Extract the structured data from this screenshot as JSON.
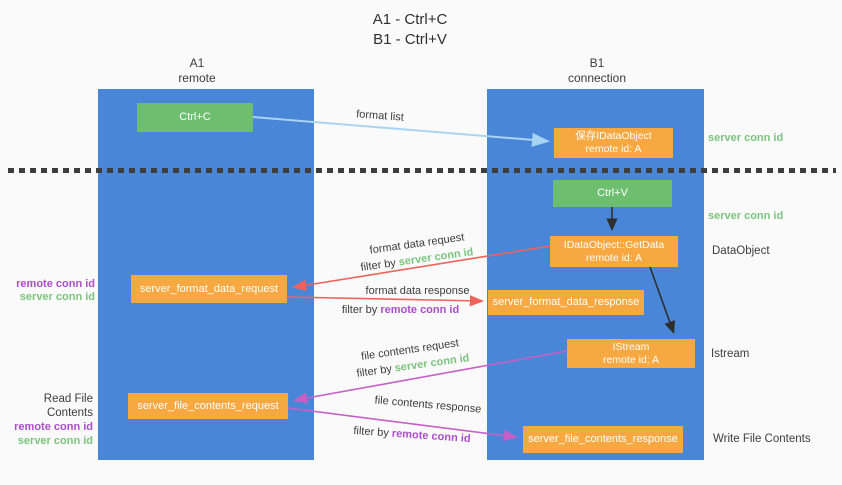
{
  "title": {
    "line1": "A1 - Ctrl+C",
    "line2": "B1 - Ctrl+V"
  },
  "lanes": {
    "a": {
      "name": "A1",
      "sub": "remote"
    },
    "b": {
      "name": "B1",
      "sub": "connection"
    }
  },
  "nodes": {
    "ctrl_c": "Ctrl+C",
    "ctrl_v": "Ctrl+V",
    "save_obj": {
      "line1": "保存IDataObject",
      "line2": "remote id: A"
    },
    "getdata": {
      "line1": "IDataObject::GetData",
      "line2": "remote id: A"
    },
    "istream": {
      "line1": "IStream",
      "line2": "remote id: A"
    },
    "format_request": "server_format_data_request",
    "format_response": "server_format_data_response",
    "file_request": "server_file_contents_request",
    "file_response": "server_file_contents_response"
  },
  "arrow_labels": {
    "format_list": "format list",
    "format_data_request": "format data request",
    "format_data_response": "format data response",
    "file_contents_request": "file contents request",
    "file_contents_response": "file contents response",
    "filter_prefix": "filter by ",
    "filter_server": "server conn id",
    "filter_remote": "remote conn id"
  },
  "side_labels": {
    "server_conn_id_top": "server conn id",
    "server_conn_id_mid": "server conn id",
    "dataobject": "DataObject",
    "istream": "Istream",
    "write_file_contents": "Write File Contents",
    "read_file_contents": "Read File Contents",
    "group1_remote": "remote conn id",
    "group1_server": "server conn id",
    "group2_remote": "remote conn id",
    "group2_server": "server conn id"
  },
  "colors": {
    "lane_blue": "#4a86d8",
    "box_green": "#6ebe70",
    "box_orange": "#f7a841",
    "arrow_light_blue": "#a9d3f2",
    "arrow_red": "#f0625a",
    "arrow_magenta": "#c65fc6",
    "arrow_black": "#2e2e2e",
    "text_green": "#7cc47e",
    "text_purple": "#ab4dca",
    "text_dark": "#3c3c3c"
  }
}
